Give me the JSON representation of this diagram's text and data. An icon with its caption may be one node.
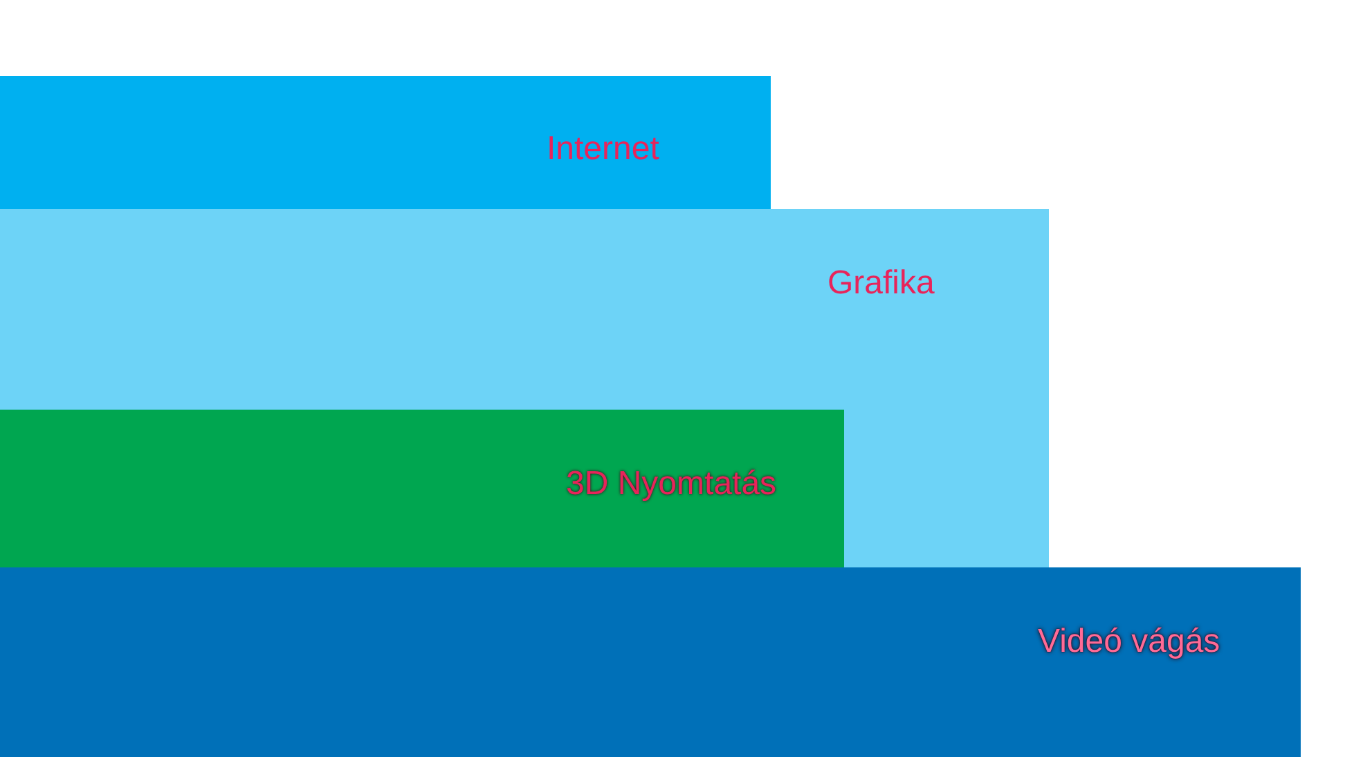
{
  "diagram": {
    "nodes": [
      {
        "text": [
          "Internet"
        ]
      },
      {
        "text": [
          "Grafika"
        ]
      },
      {
        "text": [
          "3D Nyomtatás"
        ],
        "in": 1
      },
      {
        "text": [
          "Videó vágás"
        ]
      }
    ]
  }
}
